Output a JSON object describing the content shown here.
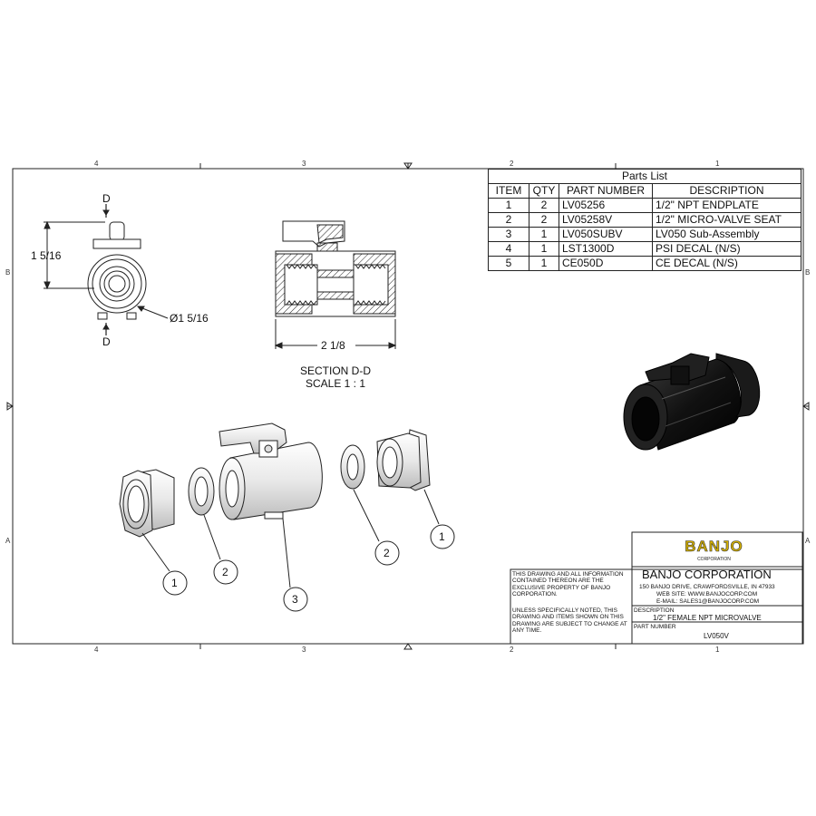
{
  "drawing": {
    "zones_top": [
      "4",
      "3",
      "2",
      "1"
    ],
    "zones_bottom": [
      "4",
      "3",
      "2",
      "1"
    ],
    "zones_side": [
      "B",
      "A"
    ]
  },
  "views": {
    "section_callout": "D",
    "dim_height": "1 5/16",
    "dim_diameter": "Ø1 5/16",
    "dim_length": "2 1/8",
    "section_title": "SECTION D-D",
    "section_scale": "SCALE 1 : 1"
  },
  "balloons": [
    "1",
    "2",
    "3",
    "2",
    "1"
  ],
  "parts_list": {
    "title": "Parts List",
    "headers": [
      "ITEM",
      "QTY",
      "PART NUMBER",
      "DESCRIPTION"
    ],
    "rows": [
      [
        "1",
        "2",
        "LV05256",
        "1/2\" NPT ENDPLATE"
      ],
      [
        "2",
        "2",
        "LV05258V",
        "1/2\" MICRO-VALVE SEAT"
      ],
      [
        "3",
        "1",
        "LV050SUBV",
        "LV050 Sub-Assembly"
      ],
      [
        "4",
        "1",
        "LST1300D",
        "PSI DECAL (N/S)"
      ],
      [
        "5",
        "1",
        "CE050D",
        "CE DECAL (N/S)"
      ]
    ]
  },
  "title_block": {
    "logo_text": "BANJO",
    "logo_sub": "CORPORATION",
    "company": "BANJO CORPORATION",
    "address": "150 BANJO DRIVE, CRAWFORDSVILLE, IN 47933",
    "website": "WEB SITE: WWW.BANJOCORP.COM",
    "email": "E-MAIL: SALES1@BANJOCORP.COM",
    "notice": "THIS DRAWING AND ALL INFORMATION CONTAINED THEREON ARE THE EXCLUSIVE PROPERTY OF BANJO CORPORATION.",
    "notice2": "UNLESS SPECIFICALLY NOTED, THIS DRAWING AND ITEMS SHOWN ON THIS DRAWING ARE SUBJECT TO CHANGE AT ANY TIME.",
    "description_label": "DESCRIPTION",
    "description": "1/2\" FEMALE NPT MICROVALVE",
    "part_number_label": "PART NUMBER",
    "part_number": "LV050V"
  }
}
